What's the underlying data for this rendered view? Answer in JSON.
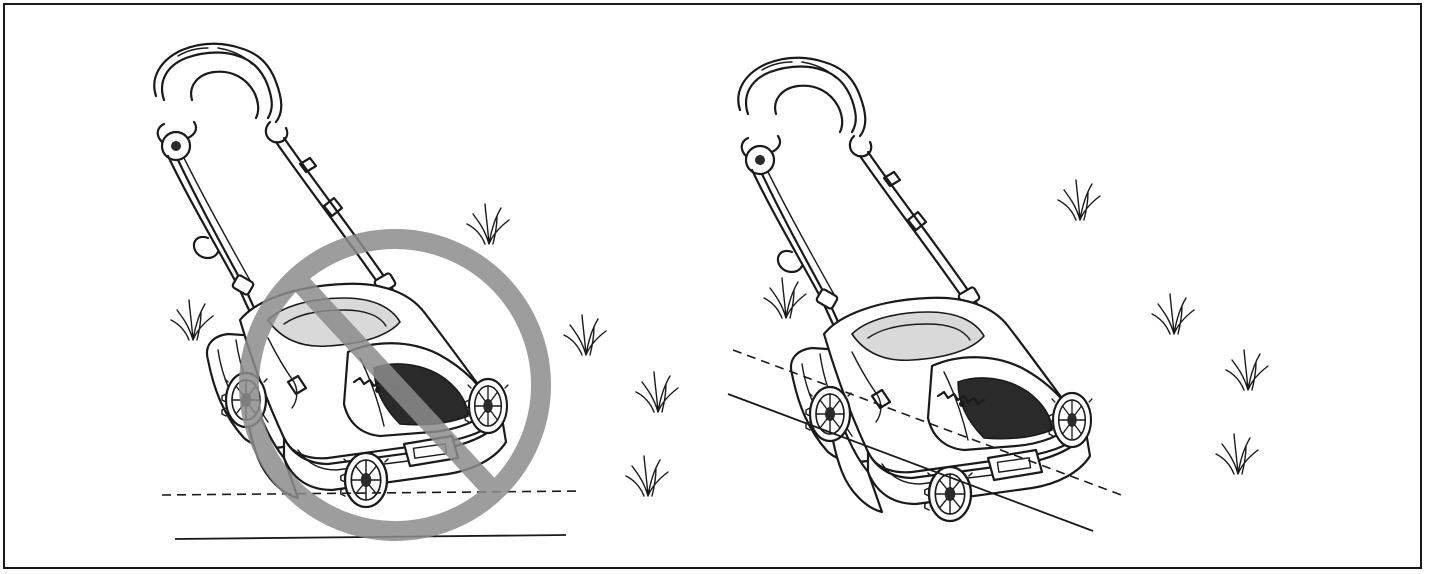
{
  "figure": {
    "panels": [
      {
        "id": "left",
        "status": "not-allowed",
        "symbol": "prohibition-sign",
        "ground": "horizontal"
      },
      {
        "id": "right",
        "status": "correct",
        "symbol": "none",
        "ground": "slope"
      }
    ],
    "colors": {
      "line": "#1a1a1a",
      "prohibition": "#8c8c8c",
      "background": "#ffffff"
    }
  }
}
